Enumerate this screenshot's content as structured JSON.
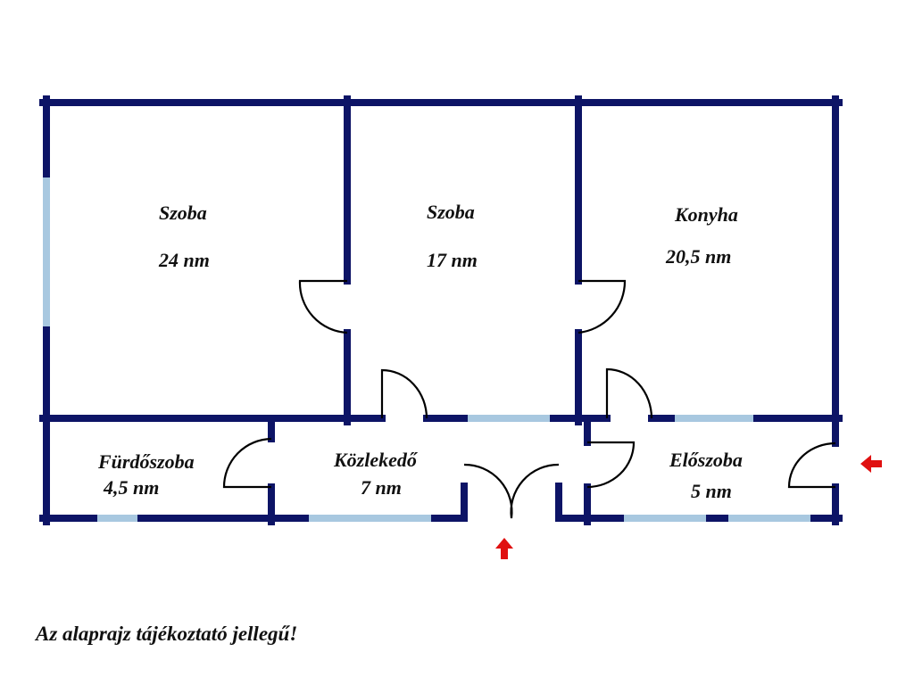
{
  "colors": {
    "wall": "#0d1466",
    "window": "#a8c8e0",
    "door": "#000000",
    "arrow": "#e01010"
  },
  "rooms": [
    {
      "id": "szoba-1",
      "name": "Szoba",
      "area": "24 nm"
    },
    {
      "id": "szoba-2",
      "name": "Szoba",
      "area": "17 nm"
    },
    {
      "id": "konyha",
      "name": "Konyha",
      "area": "20,5 nm"
    },
    {
      "id": "furdoszoba",
      "name": "Fürdőszoba",
      "area": "4,5 nm"
    },
    {
      "id": "kozlekedo",
      "name": "Közlekedő",
      "area": "7 nm"
    },
    {
      "id": "eloszoba",
      "name": "Előszoba",
      "area": "5 nm"
    }
  ],
  "entrances": [
    {
      "id": "front-entrance",
      "icon": "red-up-arrow-icon"
    },
    {
      "id": "side-entrance",
      "icon": "red-left-arrow-icon"
    }
  ],
  "note": "Az alaprajz tájékoztató jellegű!"
}
